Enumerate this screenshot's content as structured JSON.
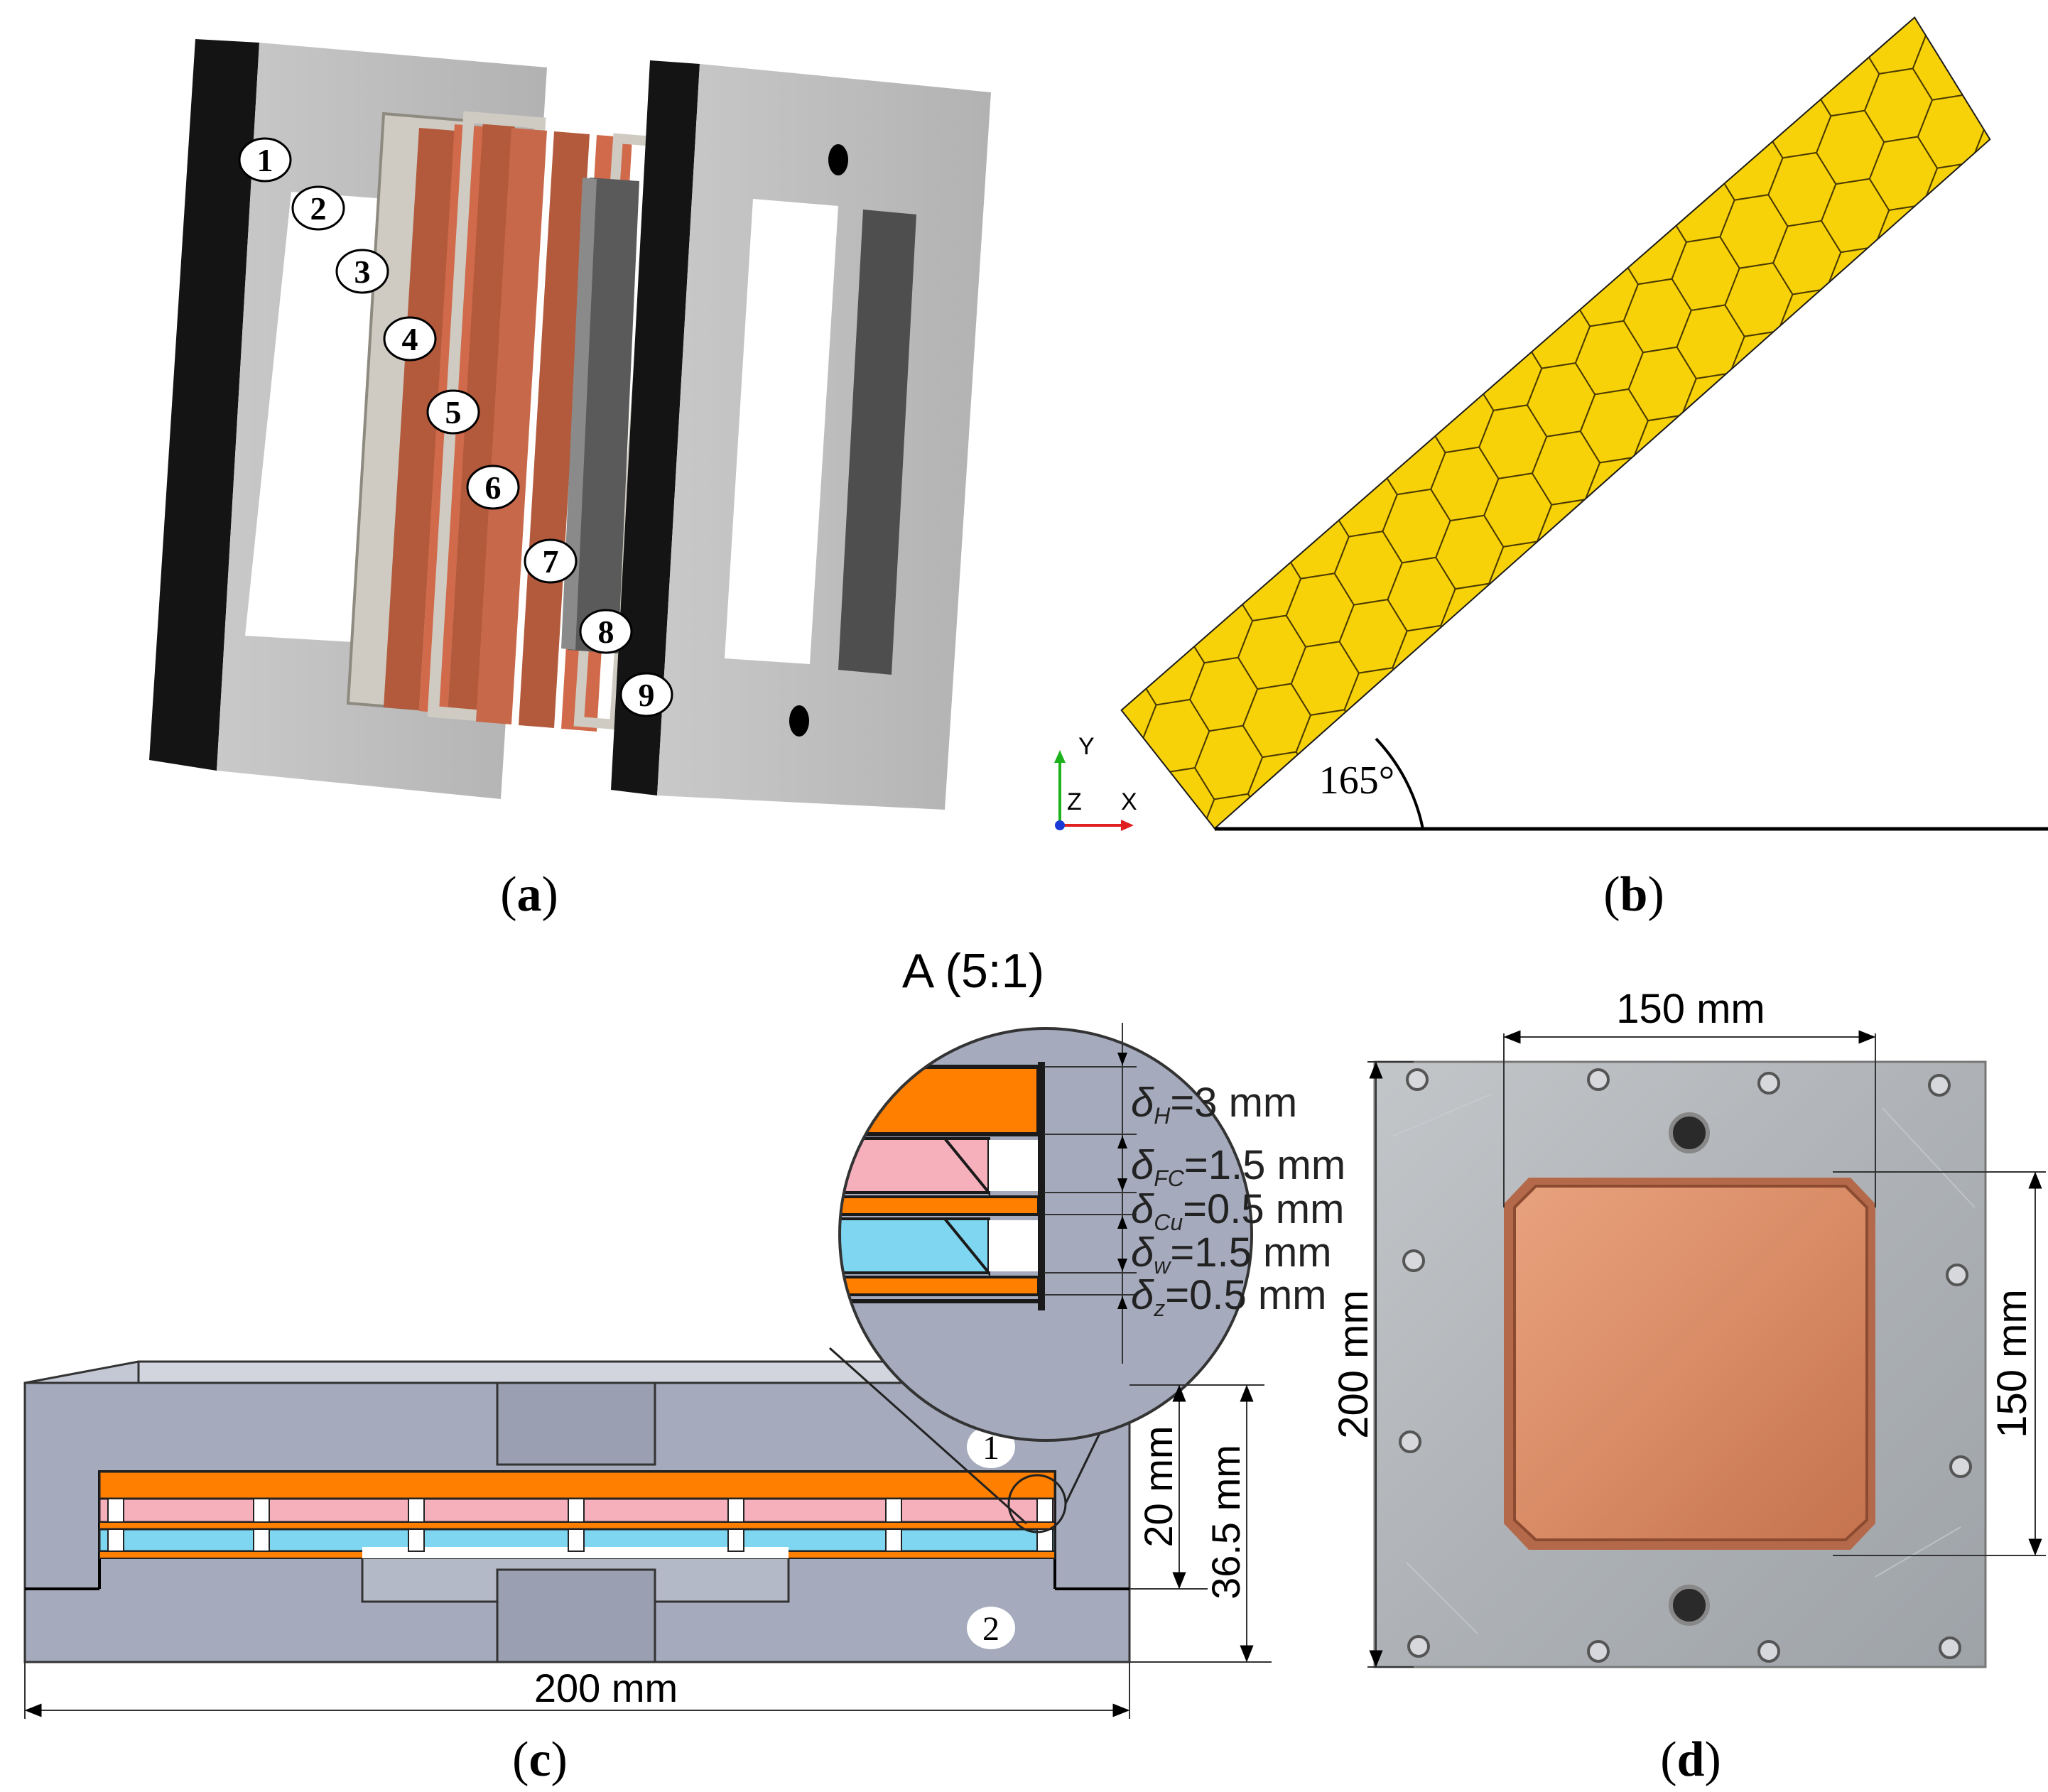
{
  "panel_a": {
    "caption": {
      "open": "(",
      "letter": "a",
      "close": ")"
    },
    "markers": [
      "1",
      "2",
      "3",
      "4",
      "5",
      "6",
      "7",
      "8",
      "9"
    ]
  },
  "panel_b": {
    "caption": {
      "open": "(",
      "letter": "b",
      "close": ")"
    },
    "angle_label": "165°",
    "axis_labels": {
      "y": "Y",
      "z": "Z",
      "x": "X"
    },
    "colors": {
      "mesh_fill": "#f8d208",
      "mesh_line": "#4a3a00"
    }
  },
  "panel_c": {
    "caption": {
      "open": "(",
      "letter": "c",
      "close": ")"
    },
    "detail_title": "A (5:1)",
    "layers": [
      {
        "symbol": "δ",
        "sub": "H",
        "value": "=3 mm"
      },
      {
        "symbol": "δ",
        "sub": "FC",
        "value": "=1.5 mm"
      },
      {
        "symbol": "δ",
        "sub": "Cu",
        "value": "=0.5 mm"
      },
      {
        "symbol": "δ",
        "sub": "w",
        "value": "=1.5 mm"
      },
      {
        "symbol": "δ",
        "sub": "z",
        "value": "=0.5 mm"
      }
    ],
    "dim_inner": "20 mm",
    "dim_total": "36.5 mm",
    "dim_width": "200 mm",
    "markers": [
      "1",
      "2"
    ],
    "colors": {
      "body": "#a5abbd",
      "heater": "#ff7f00",
      "pink": "#f6b0bc",
      "blue": "#7fd6f0"
    }
  },
  "panel_d": {
    "caption": {
      "open": "(",
      "letter": "d",
      "close": ")"
    },
    "dim_top": "150 mm",
    "dim_right": "150 mm",
    "dim_left": "200 mm",
    "colors": {
      "plate": "#aeb2b6",
      "copper": "#d98c66"
    }
  }
}
